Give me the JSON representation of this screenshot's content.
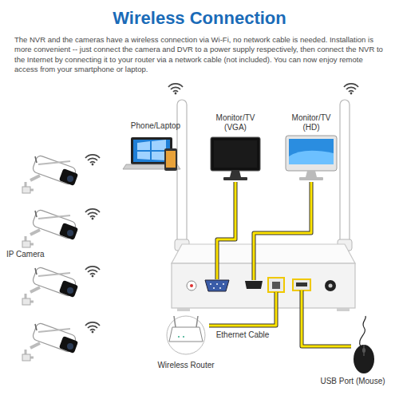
{
  "diagram": {
    "title": "Wireless Connection",
    "labels": [
      "The NVR and the cameras have a wireless connection via Wi-Fi, no network cable is needed. Installation is more convenient -- just connect the camera and DVR to a power supply respectively, then connect the NVR to the Internet by connecting it to your router via a network cable (not included). You can now enjoy remote access from your smartphone or laptop.",
      "Phone/Laptop",
      "Monitor/TV (VGA)",
      "Monitor/TV (HD)",
      "IP Camera",
      "Ethernet Cable",
      "Wireless Router",
      "USB Port (Mouse)"
    ]
  }
}
